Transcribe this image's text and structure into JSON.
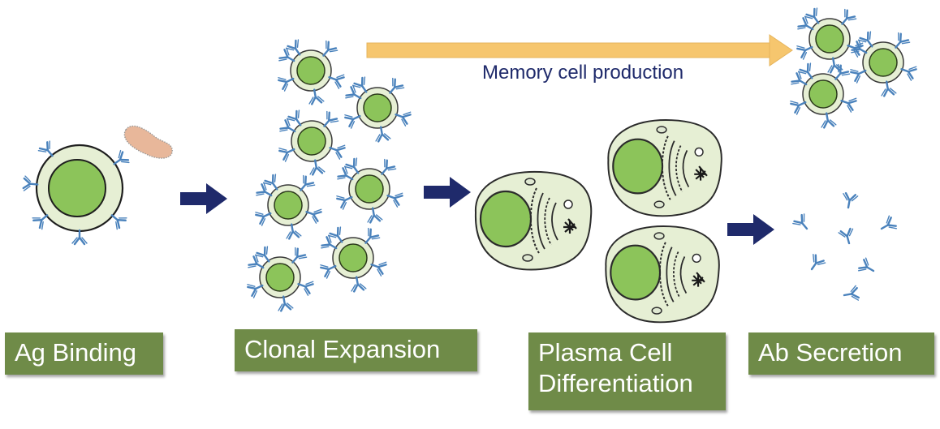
{
  "stages": [
    {
      "label": "Ag Binding"
    },
    {
      "label": "Clonal Expansion"
    },
    {
      "label_line1": "Plasma Cell",
      "label_line2": "Differentiation"
    },
    {
      "label": "Ab Secretion"
    }
  ],
  "memory_arrow": {
    "label": "Memory cell production"
  },
  "colors": {
    "label_bg": "#6f8b48",
    "label_text": "#ffffff",
    "step_arrow": "#1f2a6b",
    "memory_arrow": "#f6c66e",
    "memory_text": "#1f2a6b",
    "cell_body": "#e6efd4",
    "nucleus": "#8cc45a",
    "antibody": "#4a82bc",
    "bacterium": "#e8b79a"
  },
  "icons": [
    "b-cell-icon",
    "bacterium-icon",
    "antibody-icon",
    "plasma-cell-icon",
    "arrow-right-icon"
  ]
}
